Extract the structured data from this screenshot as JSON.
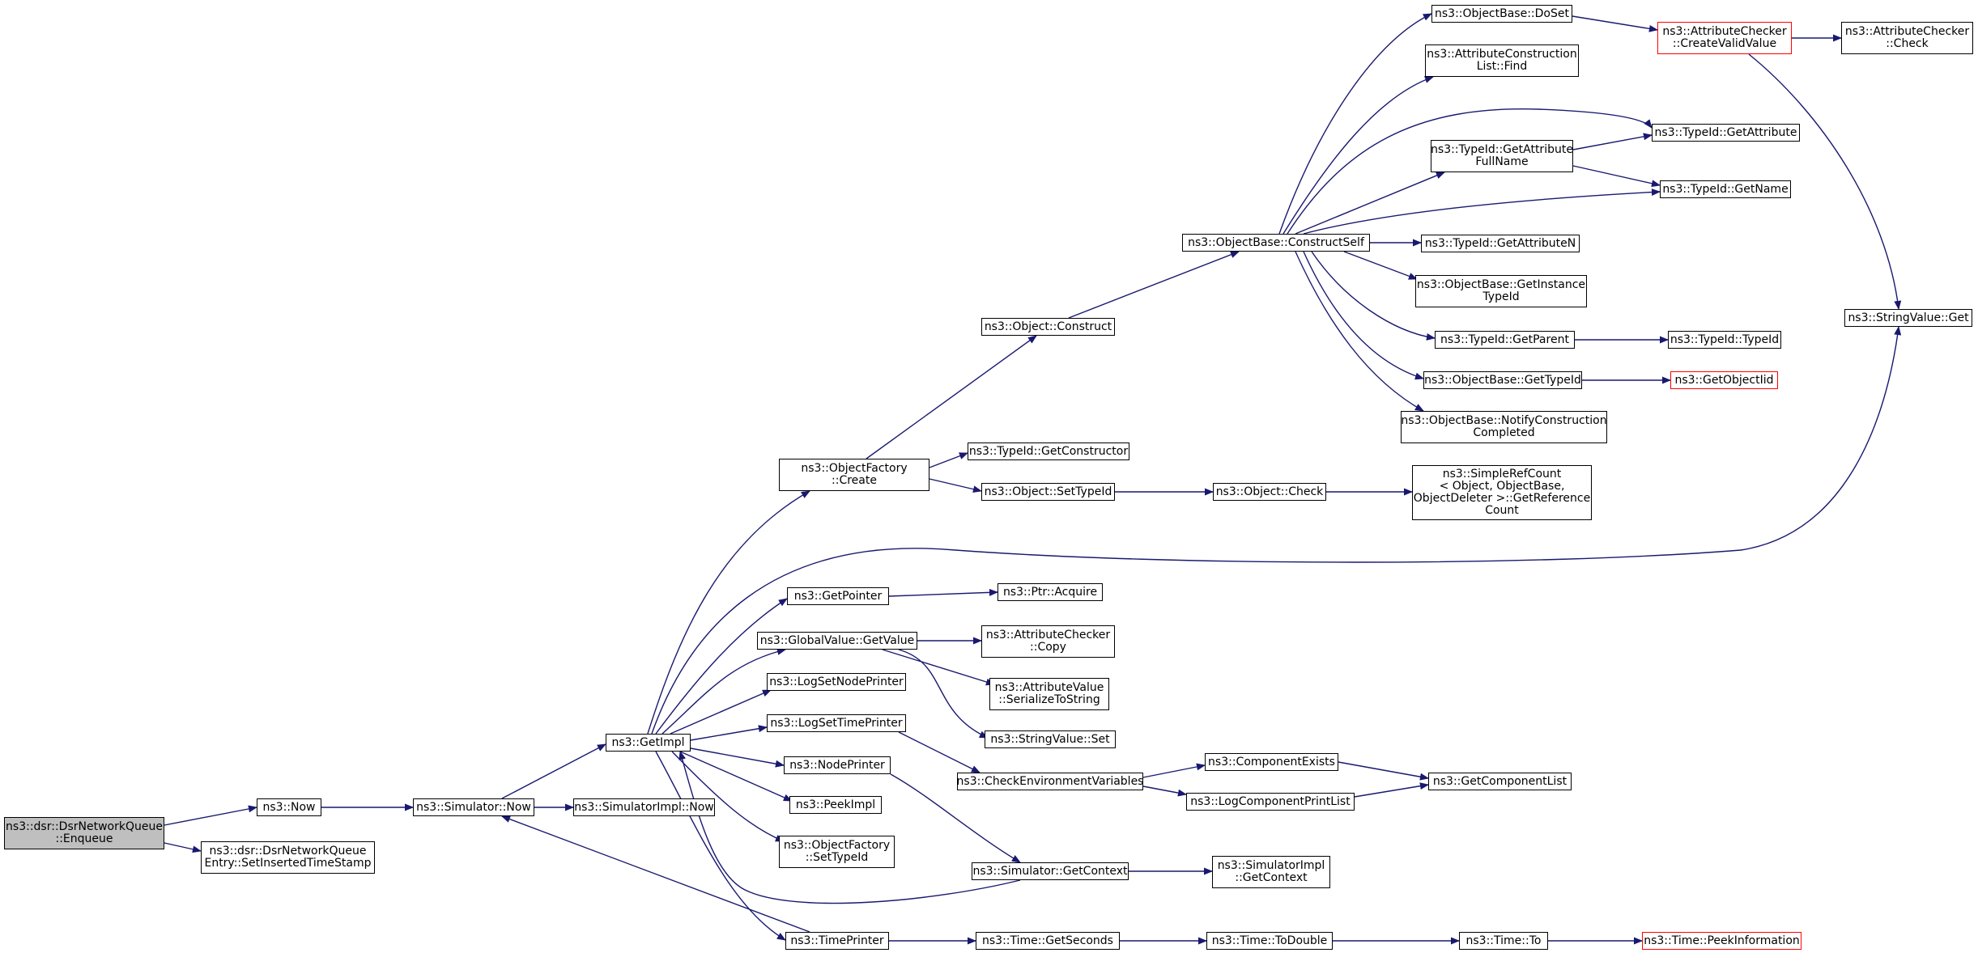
{
  "colors": {
    "edge": "#191970",
    "node_border": "#000000",
    "root_fill": "#bfbfbf",
    "truncated_border": "#ff0000"
  },
  "nodes": {
    "n1": {
      "label": "ns3::dsr::DsrNetworkQueue\n::Enqueue"
    },
    "n2": {
      "label": "ns3::Now"
    },
    "n3": {
      "label": "ns3::dsr::DsrNetworkQueue\nEntry::SetInsertedTimeStamp"
    },
    "n4": {
      "label": "ns3::Simulator::Now"
    },
    "n5": {
      "label": "ns3::GetImpl"
    },
    "n6": {
      "label": "ns3::SimulatorImpl::Now"
    },
    "n7": {
      "label": "ns3::ObjectFactory\n::Create"
    },
    "n8": {
      "label": "ns3::GetPointer"
    },
    "n9": {
      "label": "ns3::GlobalValue::GetValue"
    },
    "n10": {
      "label": "ns3::LogSetNodePrinter"
    },
    "n11": {
      "label": "ns3::LogSetTimePrinter"
    },
    "n12": {
      "label": "ns3::NodePrinter"
    },
    "n13": {
      "label": "ns3::PeekImpl"
    },
    "n14": {
      "label": "ns3::ObjectFactory\n::SetTypeId"
    },
    "n15": {
      "label": "ns3::TimePrinter"
    },
    "n16": {
      "label": "ns3::Object::Construct"
    },
    "n17": {
      "label": "ns3::TypeId::GetConstructor"
    },
    "n18": {
      "label": "ns3::Object::SetTypeId"
    },
    "n19": {
      "label": "ns3::Ptr::Acquire"
    },
    "n20": {
      "label": "ns3::AttributeChecker\n::Copy"
    },
    "n21": {
      "label": "ns3::AttributeValue\n::SerializeToString"
    },
    "n22": {
      "label": "ns3::StringValue::Set"
    },
    "n23": {
      "label": "ns3::CheckEnvironmentVariables"
    },
    "n24": {
      "label": "ns3::Simulator::GetContext"
    },
    "n25": {
      "label": "ns3::Time::GetSeconds"
    },
    "n26": {
      "label": "ns3::ObjectBase::ConstructSelf"
    },
    "n27": {
      "label": "ns3::Object::Check"
    },
    "n28": {
      "label": "ns3::ComponentExists"
    },
    "n29": {
      "label": "ns3::LogComponentPrintList"
    },
    "n30": {
      "label": "ns3::SimulatorImpl\n::GetContext"
    },
    "n31": {
      "label": "ns3::Time::ToDouble"
    },
    "n32": {
      "label": "ns3::ObjectBase::DoSet"
    },
    "n33": {
      "label": "ns3::AttributeConstruction\nList::Find"
    },
    "n34": {
      "label": "ns3::TypeId::GetAttribute\nFullName"
    },
    "n35": {
      "label": "ns3::TypeId::GetAttributeN"
    },
    "n36": {
      "label": "ns3::ObjectBase::GetInstance\nTypeId"
    },
    "n37": {
      "label": "ns3::TypeId::GetParent"
    },
    "n38": {
      "label": "ns3::ObjectBase::GetTypeId"
    },
    "n39": {
      "label": "ns3::ObjectBase::NotifyConstruction\nCompleted"
    },
    "n40": {
      "label": "ns3::SimpleRefCount\n< Object, ObjectBase,\n ObjectDeleter >::GetReference\nCount"
    },
    "n41": {
      "label": "ns3::GetComponentList"
    },
    "n42": {
      "label": "ns3::Time::To"
    },
    "n43": {
      "label": "ns3::AttributeChecker\n::CreateValidValue"
    },
    "n44": {
      "label": "ns3::TypeId::GetAttribute"
    },
    "n45": {
      "label": "ns3::TypeId::GetName"
    },
    "n46": {
      "label": "ns3::TypeId::TypeId"
    },
    "n47": {
      "label": "ns3::GetObjectIid"
    },
    "n48": {
      "label": "ns3::Time::PeekInformation"
    },
    "n49": {
      "label": "ns3::AttributeChecker\n::Check"
    },
    "n50": {
      "label": "ns3::StringValue::Get"
    }
  }
}
